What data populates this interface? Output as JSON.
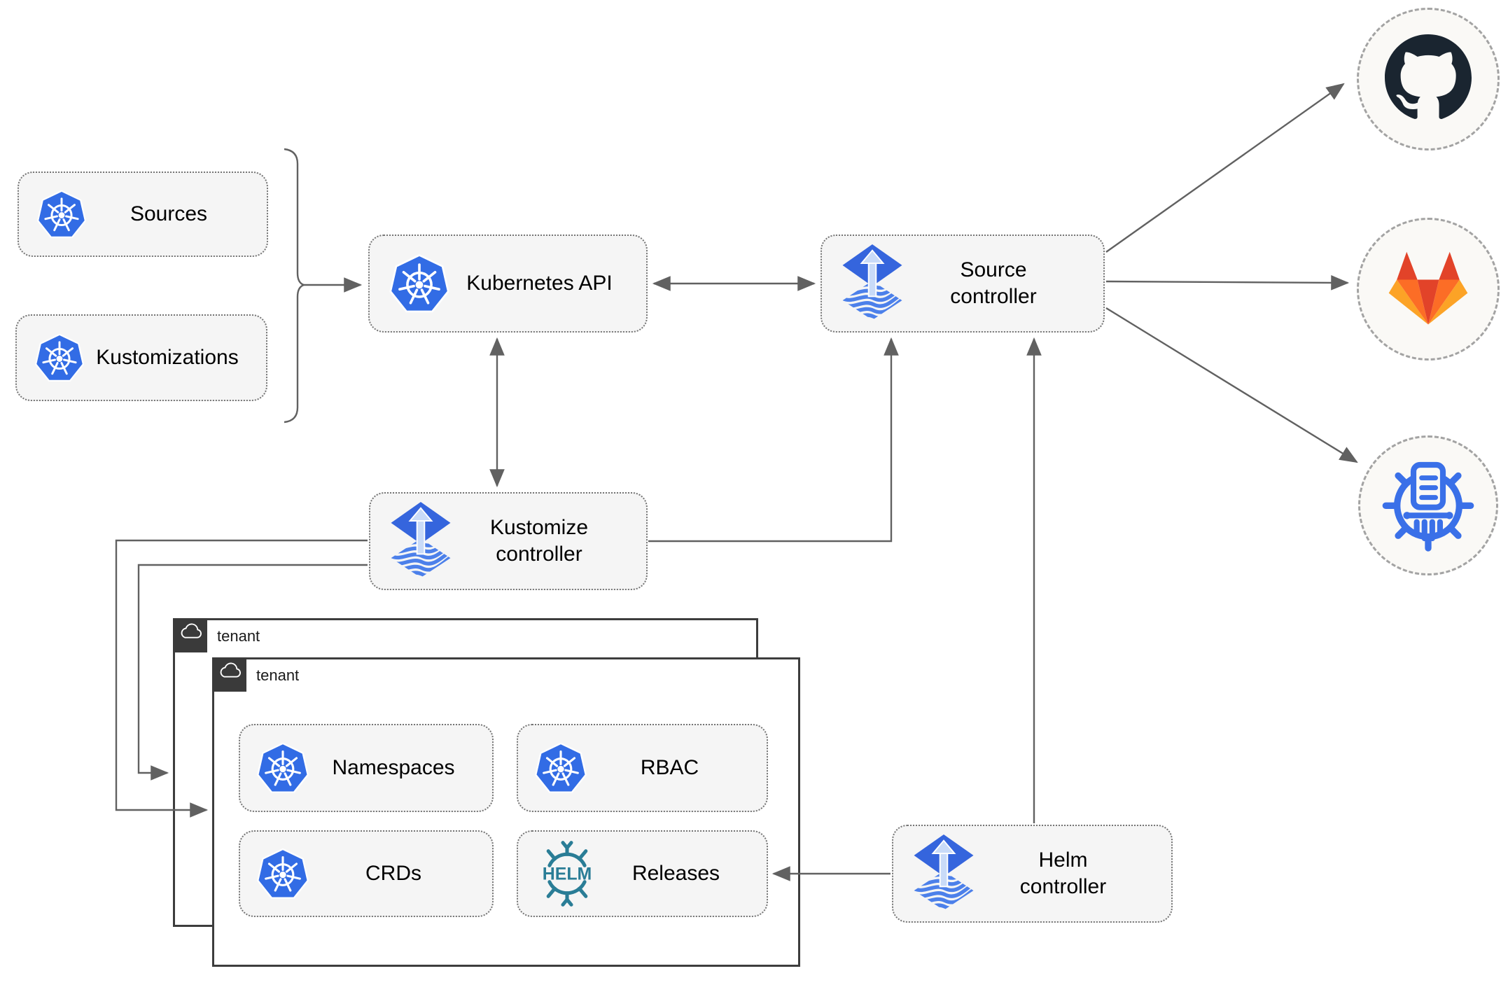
{
  "diagram": {
    "title": "Flux GitOps architecture diagram",
    "nodes": {
      "sources": {
        "label": "Sources",
        "icon": "kubernetes-icon"
      },
      "kustomizations": {
        "label": "Kustomizations",
        "icon": "kubernetes-icon"
      },
      "kubernetes_api": {
        "label": "Kubernetes API",
        "icon": "kubernetes-icon"
      },
      "source_controller": {
        "line1": "Source",
        "line2": "controller",
        "icon": "flux-icon"
      },
      "kustomize_controller": {
        "line1": "Kustomize",
        "line2": "controller",
        "icon": "flux-icon"
      },
      "helm_controller": {
        "line1": "Helm",
        "line2": "controller",
        "icon": "flux-icon"
      },
      "tenant_outer": {
        "label": "tenant",
        "icon": "cloud-icon"
      },
      "tenant_inner": {
        "label": "tenant",
        "icon": "cloud-icon"
      },
      "namespaces": {
        "label": "Namespaces",
        "icon": "kubernetes-icon"
      },
      "rbac": {
        "label": "RBAC",
        "icon": "kubernetes-icon"
      },
      "crds": {
        "label": "CRDs",
        "icon": "kubernetes-icon"
      },
      "releases": {
        "label": "Releases",
        "icon": "helm-icon"
      },
      "github": {
        "icon": "github-icon"
      },
      "gitlab": {
        "icon": "gitlab-icon"
      },
      "bucket": {
        "icon": "kubernetes-bucket-icon"
      }
    },
    "edges": [
      {
        "from": "sources+kustomizations",
        "to": "kubernetes_api",
        "type": "arrow"
      },
      {
        "from": "kubernetes_api",
        "to": "source_controller",
        "type": "bidirectional"
      },
      {
        "from": "kubernetes_api",
        "to": "kustomize_controller",
        "type": "bidirectional"
      },
      {
        "from": "kustomize_controller",
        "to": "source_controller",
        "type": "arrow"
      },
      {
        "from": "helm_controller",
        "to": "source_controller",
        "type": "arrow"
      },
      {
        "from": "source_controller",
        "to": "github",
        "type": "arrow"
      },
      {
        "from": "source_controller",
        "to": "gitlab",
        "type": "arrow"
      },
      {
        "from": "source_controller",
        "to": "bucket",
        "type": "arrow"
      },
      {
        "from": "kustomize_controller",
        "to": "tenant_outer",
        "type": "arrow"
      },
      {
        "from": "kustomize_controller",
        "to": "tenant_inner",
        "type": "arrow"
      },
      {
        "from": "helm_controller",
        "to": "releases",
        "type": "arrow"
      }
    ],
    "colors": {
      "kubernetes_blue": "#326ce5",
      "flux_blue": "#3565dd",
      "flux_light": "#c9dbf8",
      "helm_teal": "#2a7d96",
      "github_dark": "#1a2530",
      "gitlab_red": "#e24329",
      "gitlab_orange": "#fc6d26",
      "gitlab_light_orange": "#fca326",
      "line_gray": "#616161",
      "node_fill": "#f5f5f5",
      "tenant_dark": "#3a3a3a"
    }
  }
}
